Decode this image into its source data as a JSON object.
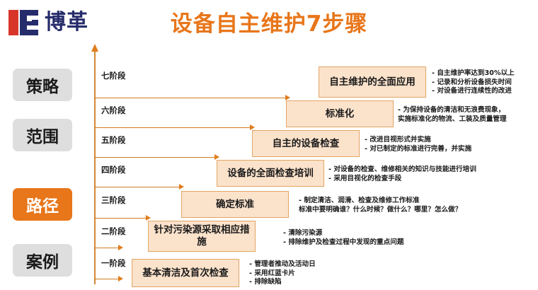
{
  "header": {
    "logo_name": "boge-logo",
    "logo_text": "博革",
    "title": "设备自主维护7步骤",
    "title_color": "#e8761a"
  },
  "sidebar": {
    "items": [
      {
        "label": "策略",
        "active": false
      },
      {
        "label": "范围",
        "active": false
      },
      {
        "label": "路径",
        "active": true
      },
      {
        "label": "案例",
        "active": false
      }
    ],
    "active_color": "#e8761a",
    "inactive_color": "#dedede"
  },
  "diagram": {
    "axis_color": "#cf7b22",
    "box_fill": "#fbe2cb",
    "box_border": "#e2a564",
    "stages": [
      {
        "label": "七阶段"
      },
      {
        "label": "六阶段"
      },
      {
        "label": "五阶段"
      },
      {
        "label": "四阶段"
      },
      {
        "label": "三阶段"
      },
      {
        "label": "二阶段"
      },
      {
        "label": "一阶段"
      }
    ],
    "steps": [
      {
        "stage": "七阶段",
        "title": "自主维护的全面应用",
        "notes": [
          "- 自主维护率达到30%以上",
          "- 记录和分析设备损失时间",
          "- 对设备进行连续性的改进"
        ]
      },
      {
        "stage": "六阶段",
        "title": "标准化",
        "notes": [
          "- 为保持设备的清洁和无浪费现象，",
          "实施标准化的物流、工装及质量管理"
        ]
      },
      {
        "stage": "五阶段",
        "title": "自主的设备检查",
        "notes": [
          "- 改进目视形式并实施",
          "- 对已制定的标准进行完善，并实施"
        ]
      },
      {
        "stage": "四阶段",
        "title": "设备的全面检查培训",
        "notes": [
          "- 对设备的检查、维修相关的知识与技能进行培训",
          "- 采用目视化的检查手段"
        ]
      },
      {
        "stage": "三阶段",
        "title": "确定标准",
        "notes": [
          "- 制定清洁、润滑、检查及维修工作标准",
          "标准中要明确谁？什么时候？做什么？哪里？怎么做？"
        ]
      },
      {
        "stage": "二阶段",
        "title": "针对污染源采取相应措施",
        "notes": [
          "- 清除污染源",
          "- 排除维护及检查过程中发现的重点问题"
        ]
      },
      {
        "stage": "一阶段",
        "title": "基本清洁及首次检查",
        "notes": [
          "- 管理者推动及活动日",
          "- 采用红蓝卡片",
          "- 排除缺陷"
        ]
      }
    ]
  }
}
